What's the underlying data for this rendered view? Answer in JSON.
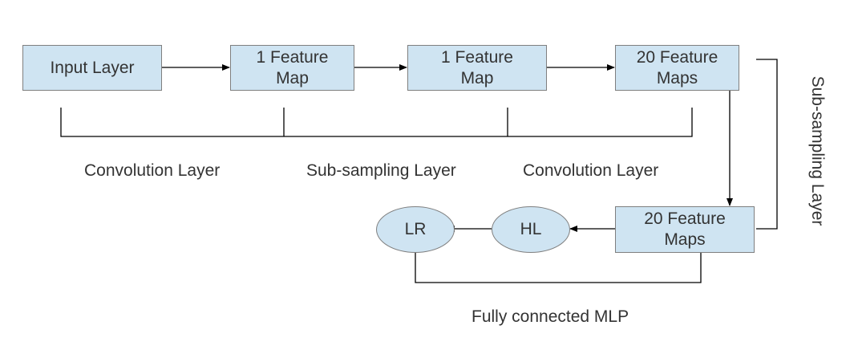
{
  "nodes": {
    "input_layer": "Input Layer",
    "feature_map_1a": "1 Feature\nMap",
    "feature_map_1b": "1 Feature\nMap",
    "feature_maps_20a": "20 Feature\nMaps",
    "feature_maps_20b": "20 Feature\nMaps",
    "hl": "HL",
    "lr": "LR"
  },
  "labels": {
    "convolution_layer_1": "Convolution Layer",
    "sub_sampling_layer_1": "Sub-sampling Layer",
    "convolution_layer_2": "Convolution Layer",
    "sub_sampling_layer_2": "Sub-sampling Layer",
    "fully_connected": "Fully connected MLP"
  },
  "colors": {
    "node_fill": "#cfe4f2",
    "node_border": "#7f7f7f",
    "line": "#000000",
    "text": "#333333"
  }
}
